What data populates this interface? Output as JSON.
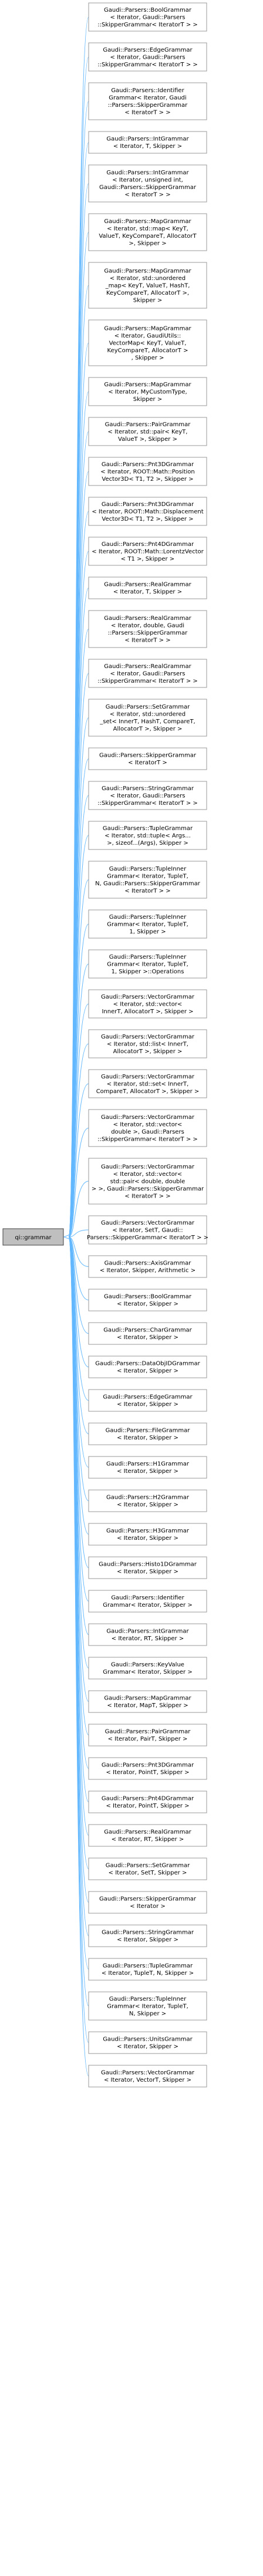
{
  "root": "qi::grammar",
  "nodes": [
    [
      "Gaudi::Parsers::BoolGrammar",
      "< Iterator, Gaudi::Parsers",
      "::SkipperGrammar< IteratorT > >"
    ],
    [
      "Gaudi::Parsers::EdgeGrammar",
      "< Iterator, Gaudi::Parsers",
      "::SkipperGrammar< IteratorT > >"
    ],
    [
      "Gaudi::Parsers::Identifier",
      "Grammar< Iterator, Gaudi",
      "::Parsers::SkipperGrammar",
      "< IteratorT > >"
    ],
    [
      "Gaudi::Parsers::IntGrammar",
      "< Iterator, T, Skipper >"
    ],
    [
      "Gaudi::Parsers::IntGrammar",
      "< Iterator, unsigned int,",
      "Gaudi::Parsers::SkipperGrammar",
      "< IteratorT > >"
    ],
    [
      "Gaudi::Parsers::MapGrammar",
      "< Iterator, std::map< KeyT,",
      "ValueT, KeyCompareT, AllocatorT",
      ">, Skipper >"
    ],
    [
      "Gaudi::Parsers::MapGrammar",
      "< Iterator, std::unordered",
      "_map< KeyT, ValueT, HashT,",
      "KeyCompareT, AllocatorT >,",
      "Skipper >"
    ],
    [
      "Gaudi::Parsers::MapGrammar",
      "< Iterator, GaudiUtils::",
      "VectorMap< KeyT, ValueT,",
      "KeyCompareT, AllocatorT >",
      ", Skipper >"
    ],
    [
      "Gaudi::Parsers::MapGrammar",
      "< Iterator, MyCustomType,",
      "Skipper >"
    ],
    [
      "Gaudi::Parsers::PairGrammar",
      "< Iterator, std::pair< KeyT,",
      "ValueT >, Skipper >"
    ],
    [
      "Gaudi::Parsers::Pnt3DGrammar",
      "< Iterator, ROOT::Math::Position",
      "Vector3D< T1, T2 >, Skipper >"
    ],
    [
      "Gaudi::Parsers::Pnt3DGrammar",
      "< Iterator, ROOT::Math::Displacement",
      "Vector3D< T1, T2 >, Skipper >"
    ],
    [
      "Gaudi::Parsers::Pnt4DGrammar",
      "< Iterator, ROOT::Math::LorentzVector",
      "< T1 >, Skipper >"
    ],
    [
      "Gaudi::Parsers::RealGrammar",
      "< Iterator, T, Skipper >"
    ],
    [
      "Gaudi::Parsers::RealGrammar",
      "< Iterator, double, Gaudi",
      "::Parsers::SkipperGrammar",
      "< IteratorT > >"
    ],
    [
      "Gaudi::Parsers::RealGrammar",
      "< Iterator, Gaudi::Parsers",
      "::SkipperGrammar< IteratorT > >"
    ],
    [
      "Gaudi::Parsers::SetGrammar",
      "< Iterator, std::unordered",
      "_set< InnerT, HashT, CompareT,",
      "AllocatorT >, Skipper >"
    ],
    [
      "Gaudi::Parsers::SkipperGrammar",
      "< IteratorT >"
    ],
    [
      "Gaudi::Parsers::StringGrammar",
      "< Iterator, Gaudi::Parsers",
      "::SkipperGrammar< IteratorT > >"
    ],
    [
      "Gaudi::Parsers::TupleGrammar",
      "< Iterator, std::tuple< Args...",
      ">, sizeof...(Args), Skipper >"
    ],
    [
      "Gaudi::Parsers::TupleInner",
      "Grammar< Iterator, TupleT,",
      "N, Gaudi::Parsers::SkipperGrammar",
      "< IteratorT > >"
    ],
    [
      "Gaudi::Parsers::TupleInner",
      "Grammar< Iterator, TupleT,",
      "1, Skipper >"
    ],
    [
      "Gaudi::Parsers::TupleInner",
      "Grammar< Iterator, TupleT,",
      "1, Skipper >::Operations"
    ],
    [
      "Gaudi::Parsers::VectorGrammar",
      "< Iterator, std::vector<",
      "InnerT, AllocatorT >, Skipper >"
    ],
    [
      "Gaudi::Parsers::VectorGrammar",
      "< Iterator, std::list< InnerT,",
      "AllocatorT >, Skipper >"
    ],
    [
      "Gaudi::Parsers::VectorGrammar",
      "< Iterator, std::set< InnerT,",
      "CompareT, AllocatorT >, Skipper >"
    ],
    [
      "Gaudi::Parsers::VectorGrammar",
      "< Iterator, std::vector<",
      "double >, Gaudi::Parsers",
      "::SkipperGrammar< IteratorT > >"
    ],
    [
      "Gaudi::Parsers::VectorGrammar",
      "< Iterator, std::vector<",
      "std::pair< double, double",
      "> >, Gaudi::Parsers::SkipperGrammar",
      "< IteratorT > >"
    ],
    [
      "Gaudi::Parsers::VectorGrammar",
      "< Iterator, SetT, Gaudi::",
      "Parsers::SkipperGrammar< IteratorT > >"
    ],
    [
      "Gaudi::Parsers::AxisGrammar",
      "< Iterator, Skipper, Arithmetic >"
    ],
    [
      "Gaudi::Parsers::BoolGrammar",
      "< Iterator, Skipper >"
    ],
    [
      "Gaudi::Parsers::CharGrammar",
      "< Iterator, Skipper >"
    ],
    [
      "Gaudi::Parsers::DataObjIDGrammar",
      "< Iterator, Skipper >"
    ],
    [
      "Gaudi::Parsers::EdgeGrammar",
      "< Iterator, Skipper >"
    ],
    [
      "Gaudi::Parsers::FileGrammar",
      "< Iterator, Skipper >"
    ],
    [
      "Gaudi::Parsers::H1Grammar",
      "< Iterator, Skipper >"
    ],
    [
      "Gaudi::Parsers::H2Grammar",
      "< Iterator, Skipper >"
    ],
    [
      "Gaudi::Parsers::H3Grammar",
      "< Iterator, Skipper >"
    ],
    [
      "Gaudi::Parsers::Histo1DGrammar",
      "< Iterator, Skipper >"
    ],
    [
      "Gaudi::Parsers::Identifier",
      "Grammar< Iterator, Skipper >"
    ],
    [
      "Gaudi::Parsers::IntGrammar",
      "< Iterator, RT, Skipper >"
    ],
    [
      "Gaudi::Parsers::KeyValue",
      "Grammar< Iterator, Skipper >"
    ],
    [
      "Gaudi::Parsers::MapGrammar",
      "< Iterator, MapT, Skipper >"
    ],
    [
      "Gaudi::Parsers::PairGrammar",
      "< Iterator, PairT, Skipper >"
    ],
    [
      "Gaudi::Parsers::Pnt3DGrammar",
      "< Iterator, PointT, Skipper >"
    ],
    [
      "Gaudi::Parsers::Pnt4DGrammar",
      "< Iterator, PointT, Skipper >"
    ],
    [
      "Gaudi::Parsers::RealGrammar",
      "< Iterator, RT, Skipper >"
    ],
    [
      "Gaudi::Parsers::SetGrammar",
      "< Iterator, SetT, Skipper >"
    ],
    [
      "Gaudi::Parsers::SkipperGrammar",
      "< Iterator >"
    ],
    [
      "Gaudi::Parsers::StringGrammar",
      "< Iterator, Skipper >"
    ],
    [
      "Gaudi::Parsers::TupleGrammar",
      "< Iterator, TupleT, N, Skipper >"
    ],
    [
      "Gaudi::Parsers::TupleInner",
      "Grammar< Iterator, TupleT,",
      "N, Skipper >"
    ],
    [
      "Gaudi::Parsers::UnitsGrammar",
      "< Iterator, Skipper >"
    ],
    [
      "Gaudi::Parsers::VectorGrammar",
      "< Iterator, VectorT, Skipper >"
    ]
  ]
}
